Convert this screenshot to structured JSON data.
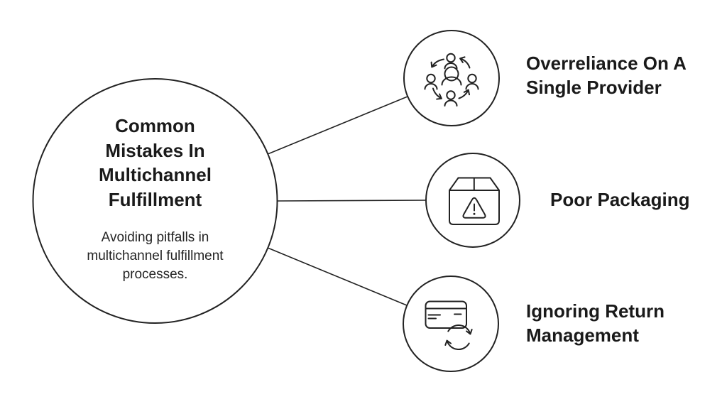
{
  "colors": {
    "ink": "#222222",
    "text": "#1a1a1a",
    "background": "#ffffff"
  },
  "center": {
    "title": "Common\nMistakes In\nMultichannel\nFulfillment",
    "subtitle": "Avoiding pitfalls in\nmultichannel fulfillment\nprocesses."
  },
  "branches": [
    {
      "label": "Overreliance On A\nSingle Provider",
      "icon": "people-network-icon"
    },
    {
      "label": "Poor Packaging",
      "icon": "box-warning-icon"
    },
    {
      "label": "Ignoring Return\nManagement",
      "icon": "card-refresh-icon"
    }
  ]
}
